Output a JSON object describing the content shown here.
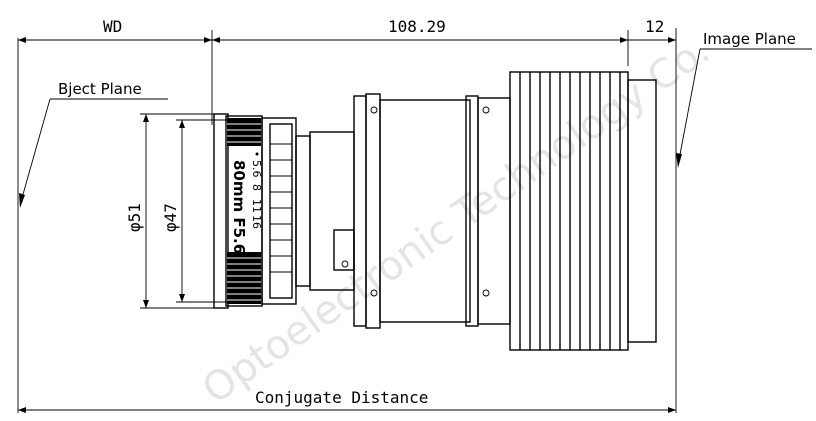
{
  "dimensions": {
    "wd": "WD",
    "length_108": "108.29",
    "length_12": "12",
    "dia_51": "φ51",
    "dia_47": "φ47"
  },
  "labels": {
    "object_plane": "Bject Plane",
    "image_plane": "Image Plane",
    "conjugate": "Conjugate Distance"
  },
  "lens_text": {
    "model": "80mm  F5.6",
    "apertures": [
      "5.6",
      "8",
      "11",
      "16"
    ]
  },
  "watermark": "Optoelectronic Technology Co."
}
